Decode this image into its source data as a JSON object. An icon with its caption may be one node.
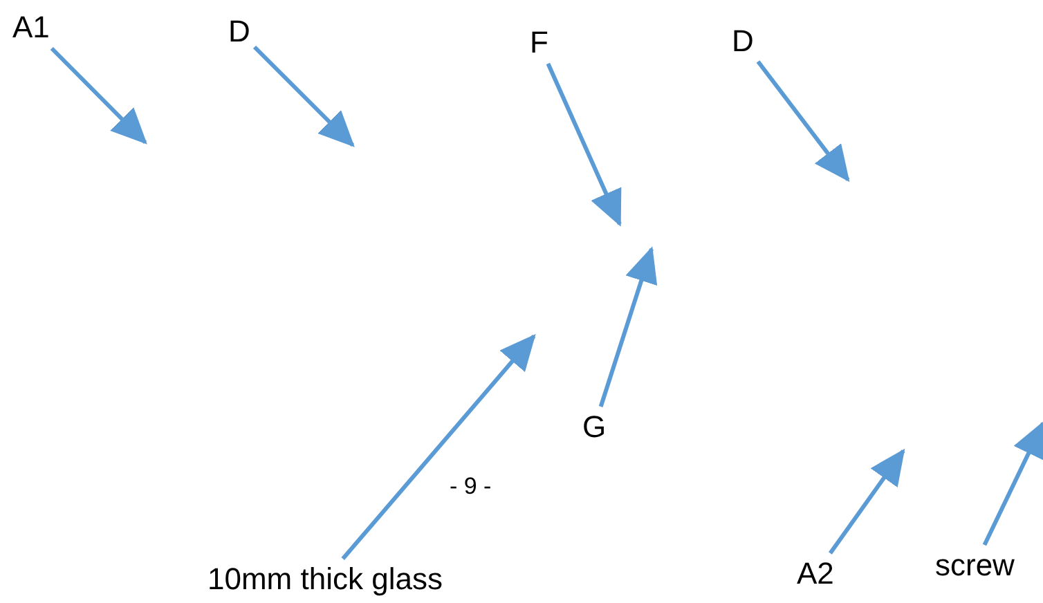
{
  "diagram": {
    "nodes": [
      {
        "text": [
          "A1"
        ]
      },
      {
        "text": [
          "D"
        ]
      },
      {
        "text": [
          "F"
        ]
      },
      {
        "text": [
          "D"
        ]
      },
      {
        "text": [
          "G"
        ]
      },
      {
        "text": [
          "10mm thick glass"
        ]
      },
      {
        "text": [
          "A2"
        ]
      },
      {
        "text": [
          "screw"
        ]
      }
    ],
    "edges": [
      {
        "from": 0,
        "to": null,
        "arrow": "to"
      },
      {
        "from": 1,
        "to": null,
        "arrow": "to"
      },
      {
        "from": 2,
        "to": null,
        "arrow": "to"
      },
      {
        "from": 3,
        "to": null,
        "arrow": "to"
      },
      {
        "from": 4,
        "to": null,
        "arrow": "to"
      },
      {
        "from": 5,
        "to": null,
        "arrow": "to"
      },
      {
        "from": 6,
        "to": null,
        "arrow": "to"
      },
      {
        "from": 7,
        "to": null,
        "arrow": "to"
      }
    ],
    "labels": [
      "- 9 -"
    ]
  }
}
